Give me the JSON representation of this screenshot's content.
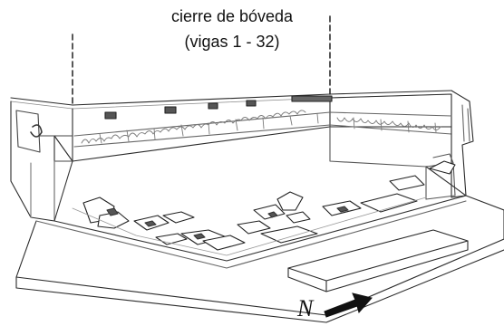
{
  "labels": {
    "line1": "cierre de bóveda",
    "line2": "(vigas 1 - 32)"
  },
  "compass": {
    "letter": "N",
    "arrow": "north-arrow-icon"
  },
  "colors": {
    "ink": "#222222",
    "pencil": "#7a7a7a",
    "mural": "#8a8a8a"
  }
}
